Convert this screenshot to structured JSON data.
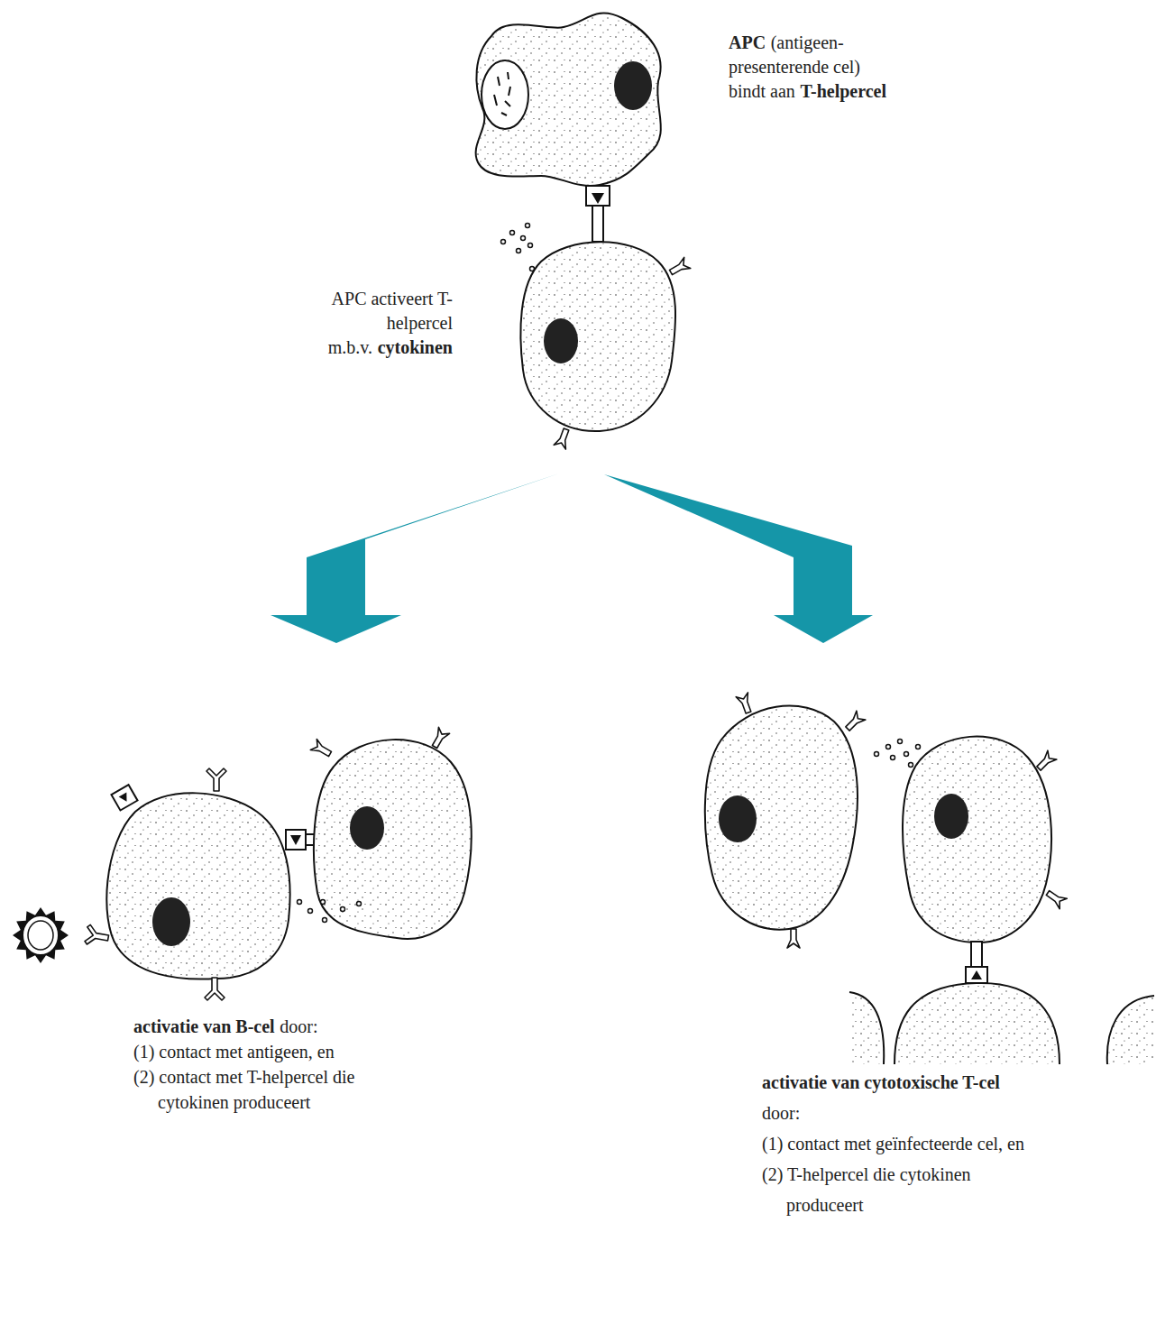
{
  "diagram": {
    "labels": [
      "APC",
      "(antigeen-presenterende cel)",
      "bindt aan",
      "T-helpercel",
      "APC activeert T-helpercel",
      "m.b.v.",
      "cytokinen",
      "activatie van B-cel",
      "door:",
      "(1) contact met antigeen, en",
      "(2) contact met T-helpercel die cytokinen produceert",
      "activatie van cytotoxische T-cel",
      "door:",
      "(1) contact met geïnfecteerde cel, en",
      "(2) T-helpercel die cytokinen produceert"
    ]
  }
}
